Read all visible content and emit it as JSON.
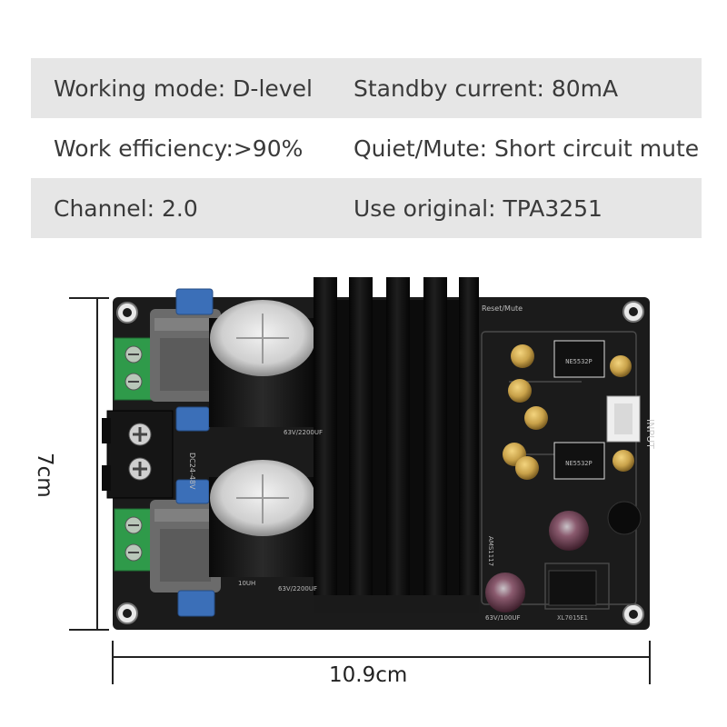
{
  "specs": [
    {
      "c1": "Working mode: D-level",
      "c2": "Standby current: 80mA"
    },
    {
      "c1": "Work efficiency:>90%",
      "c2": "Quiet/Mute: Short circuit mute"
    },
    {
      "c1": "Channel: 2.0",
      "c2": "Use original: TPA3251"
    }
  ],
  "dimensions": {
    "height": "7cm",
    "width": "10.9cm"
  },
  "board_labels": {
    "reset_mute": "Reset/Mute",
    "input": "INPUT",
    "dc_voltage": "DC24-48V",
    "cap_left_top": "63V/2200UF",
    "cap_left_bottom": "63V/2200UF",
    "cap_small": "63V/100UF",
    "opamp_1": "NE5532P",
    "opamp_2": "NE5532P",
    "reg": "XL7015E1",
    "inductor": "10UH",
    "model": "AMS1117"
  },
  "colors": {
    "board": "#1b1b1b",
    "heatsink": "#0c0c0c",
    "terminal_green": "#2f9a4a",
    "trimmer_blue": "#3b6fb8",
    "cap_gold": "#c9a24a"
  }
}
